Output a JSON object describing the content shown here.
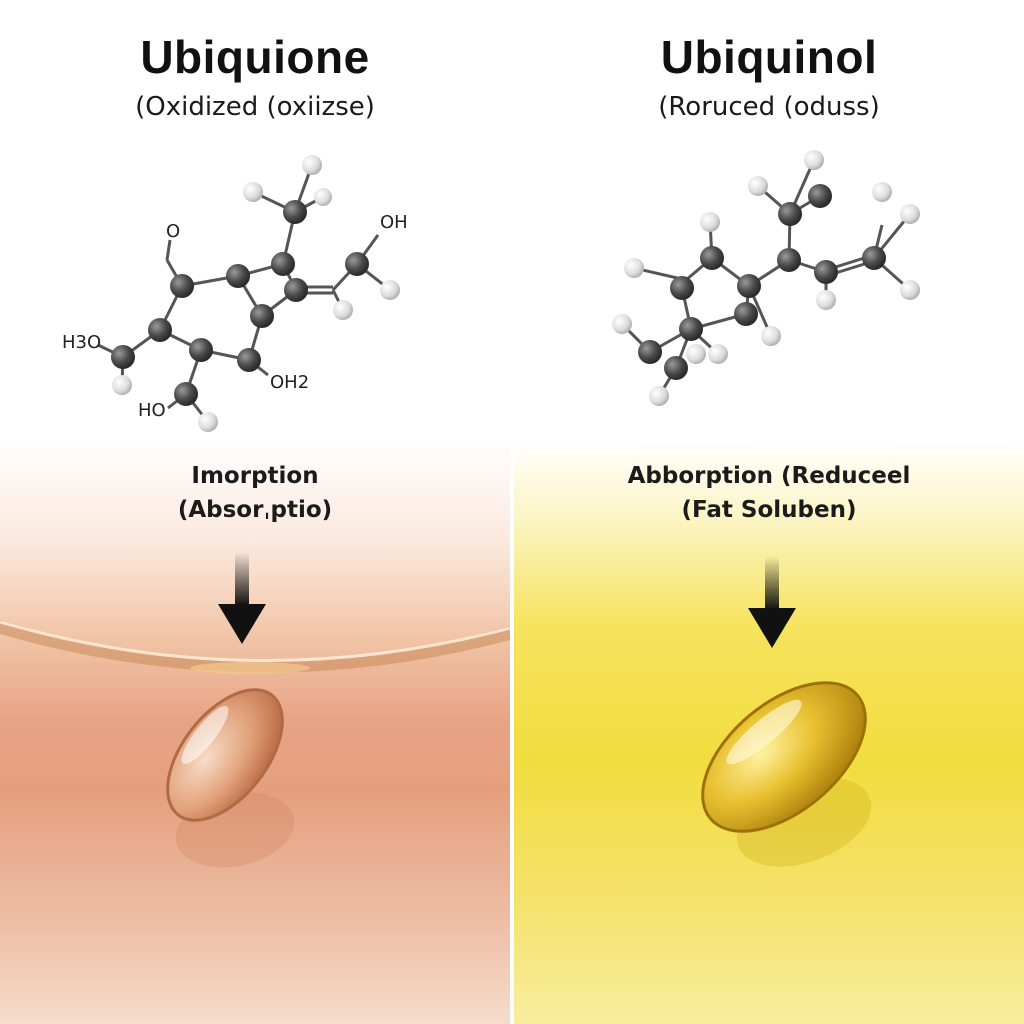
{
  "panels": {
    "left": {
      "title": "Ubiquione",
      "subtitle": "(Oxidized (oxiizse)",
      "molecule_labels": {
        "o_top": "O",
        "oh_top_right": "OH",
        "h3o_left": "H3O",
        "oh2_bottom": "OH2",
        "ho_bottom": "HO"
      },
      "absorption_line1": "Imorption",
      "absorption_line2": "(Absorˌptio)",
      "colors": {
        "background": "#e4a07e",
        "capsule": "#d98a60"
      }
    },
    "right": {
      "title": "Ubiquinol",
      "subtitle": "(Roruced (oduss)",
      "absorption_line1": "Abborption (Reduceel",
      "absorption_line2": "(Fat Soluben)",
      "colors": {
        "background": "#f2dd3f",
        "capsule": "#d9aa12"
      }
    }
  },
  "icons": {
    "arrow": "arrow-down-icon",
    "capsule": "softgel-capsule-icon",
    "molecule": "ball-and-stick-molecule"
  }
}
